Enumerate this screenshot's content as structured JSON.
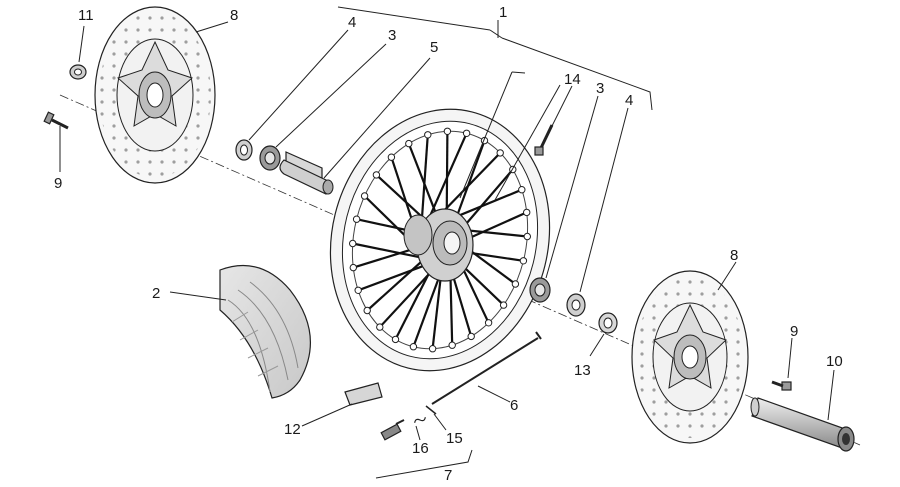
{
  "callouts": {
    "c1": "1",
    "c2": "2",
    "c3a": "3",
    "c3b": "3",
    "c4a": "4",
    "c4b": "4",
    "c5": "5",
    "c6": "6",
    "c7": "7",
    "c8a": "8",
    "c8b": "8",
    "c9a": "9",
    "c9b": "9",
    "c10": "10",
    "c11": "11",
    "c12": "12",
    "c13": "13",
    "c14": "14",
    "c15": "15",
    "c16": "16"
  }
}
